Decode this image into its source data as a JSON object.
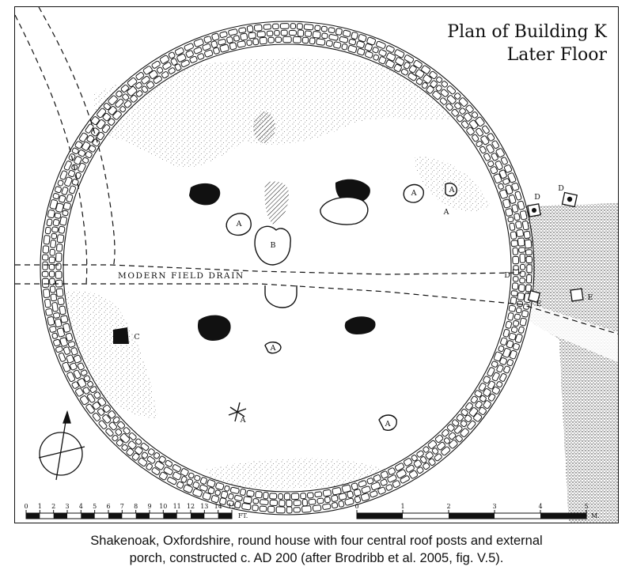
{
  "title": {
    "line1": "Plan of Building K",
    "line2": "Later Floor"
  },
  "labels": {
    "drain": "MODERN FIELD DRAIN",
    "feature_a": "A",
    "feature_b": "B",
    "feature_c": "C",
    "feature_d": "D",
    "feature_e": "E"
  },
  "scale_feet": {
    "ticks": [
      "0",
      "1",
      "2",
      "3",
      "4",
      "5",
      "6",
      "7",
      "8",
      "9",
      "10",
      "11",
      "12",
      "13",
      "14",
      "15"
    ],
    "unit": "FT."
  },
  "scale_metres": {
    "ticks": [
      "0",
      "1",
      "2",
      "3",
      "4",
      "5"
    ],
    "unit": "M."
  },
  "caption": {
    "line1": "Shakenoak, Oxfordshire, round house with four central roof posts and external",
    "line2": "porch, constructed c. AD 200 (after Brodribb et al. 2005, fig. V.5)."
  },
  "colors": {
    "ink": "#111111",
    "stipple": "#777777",
    "paper": "#ffffff"
  }
}
